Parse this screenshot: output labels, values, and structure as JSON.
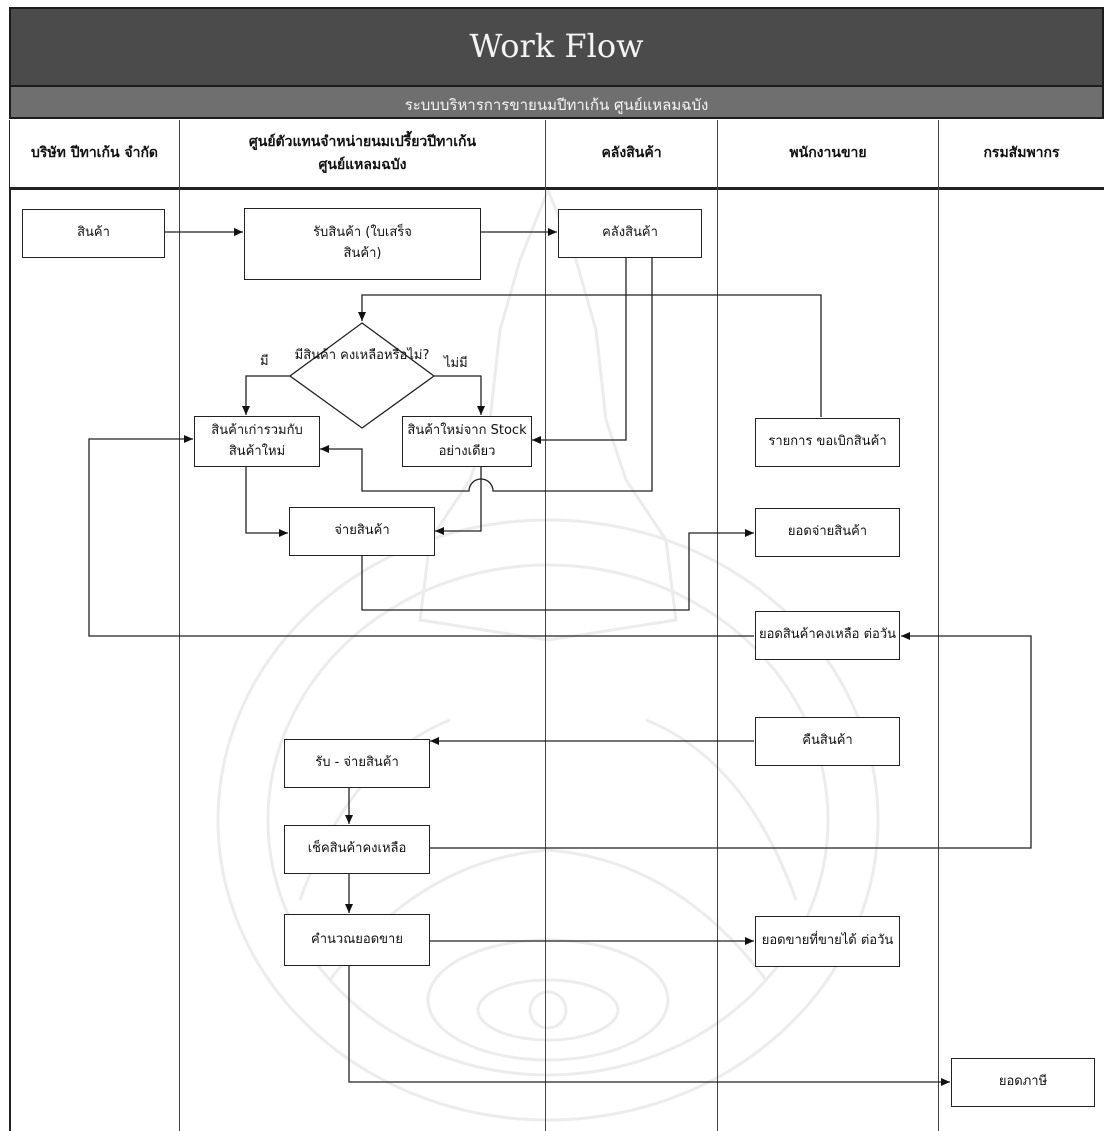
{
  "header": {
    "title": "Work Flow",
    "subtitle": "ระบบบริหารการขายนมปีทาเก้น ศูนย์แหลมฉบัง"
  },
  "lanes": [
    {
      "label": "บริษัท ปีทาเก้น จำกัด"
    },
    {
      "label": "ศูนย์ตัวแทนจำหน่ายนมเปรี้ยวปีทาเก้น ศูนย์แหลมฉบัง"
    },
    {
      "label": "คลังสินค้า"
    },
    {
      "label": "พนักงานขาย"
    },
    {
      "label": "กรมสัมพากร"
    }
  ],
  "nodes": {
    "product": "สินค้า",
    "receive_product": "รับสินค้า (ใบเสร็จสินค้า)",
    "warehouse": "คลังสินค้า",
    "decision": "มีสินค้า คงเหลือหรือไม่?",
    "yes_label": "มี",
    "no_label": "ไม่มี",
    "old_with_new": "สินค้าเก่ารวมกับ สินค้าใหม่",
    "new_from_stock": "สินค้าใหม่จาก Stock อย่างเดียว",
    "requisition_list": "รายการ ขอเบิกสินค้า",
    "dispense_product": "จ่ายสินค้า",
    "dispensed_total": "ยอดจ่ายสินค้า",
    "daily_remaining": "ยอดสินค้าคงเหลือ ต่อวัน",
    "return_product": "คืนสินค้า",
    "receive_dispense": "รับ - จ่ายสินค้า",
    "check_remaining": "เช็คสินค้าคงเหลือ",
    "calc_sales": "คำนวณยอดขาย",
    "daily_sales": "ยอดขายที่ขายได้ ต่อวัน",
    "tax_total": "ยอดภาษี"
  }
}
